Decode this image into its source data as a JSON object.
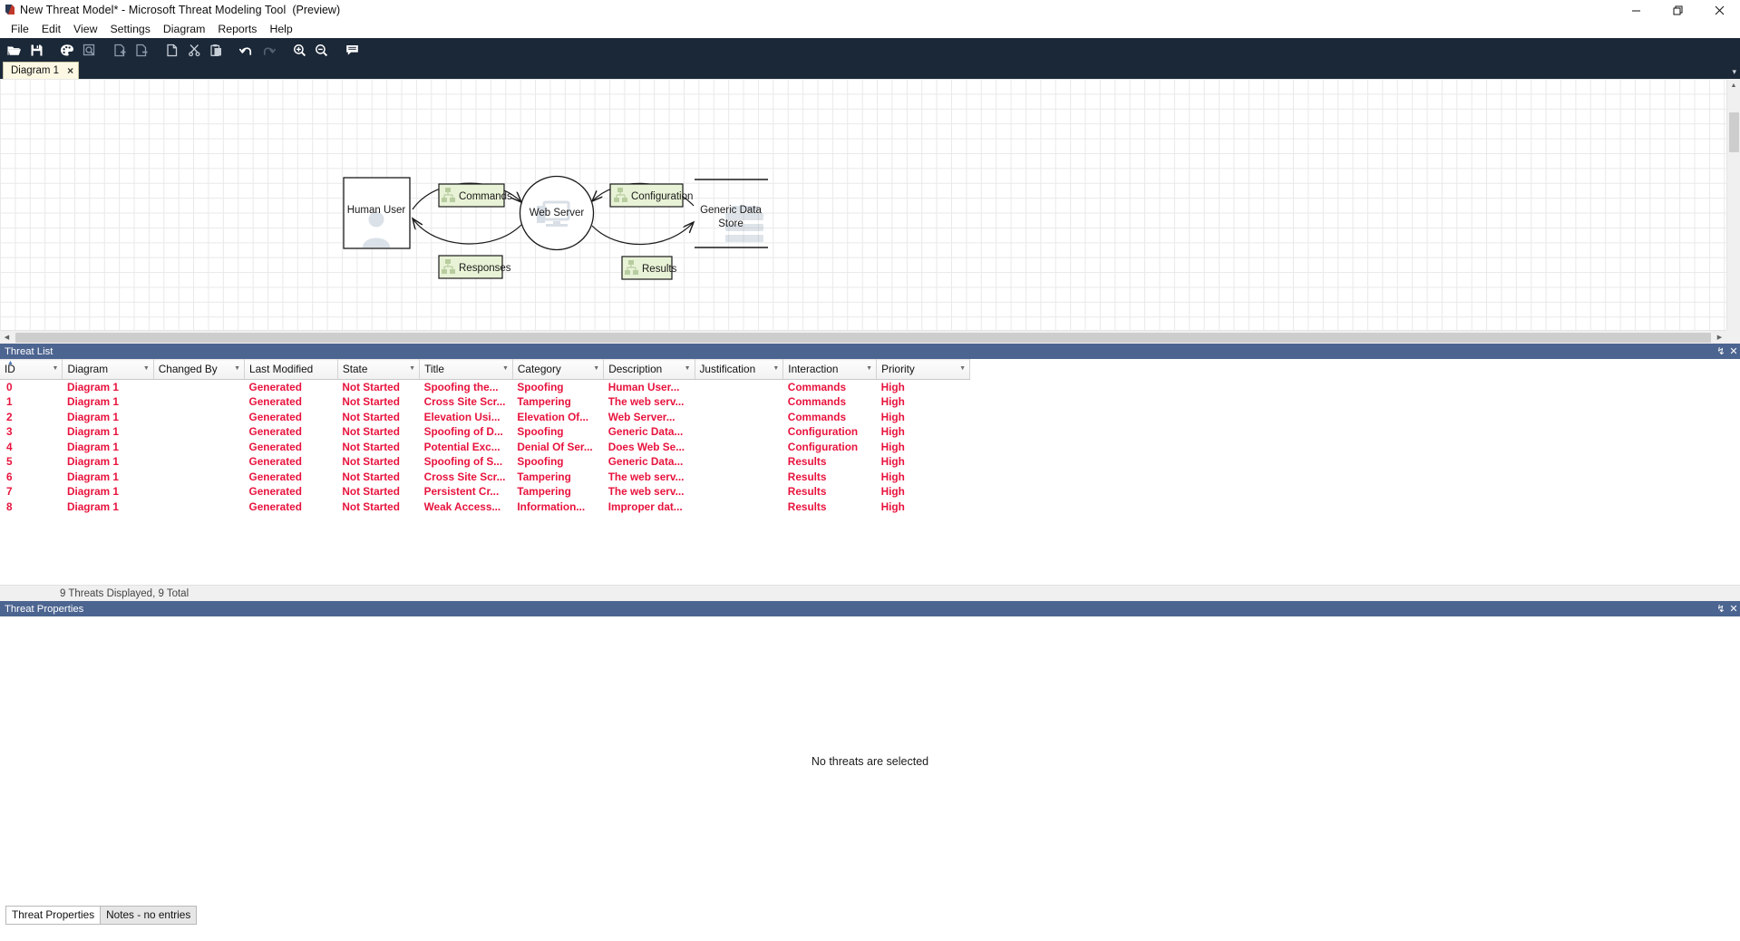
{
  "titlebar": {
    "app_title": "New Threat Model* - Microsoft Threat Modeling Tool",
    "preview_tag": "(Preview)",
    "logo_icon": "threat-modeling-tool-logo",
    "minimize_icon": "minimize-icon",
    "restore_icon": "restore-icon",
    "close_icon": "close-icon"
  },
  "menubar": {
    "items": [
      {
        "label": "File"
      },
      {
        "label": "Edit"
      },
      {
        "label": "View"
      },
      {
        "label": "Settings"
      },
      {
        "label": "Diagram"
      },
      {
        "label": "Reports"
      },
      {
        "label": "Help"
      }
    ]
  },
  "toolbar": {
    "buttons": [
      {
        "name": "open-icon",
        "tooltip": "Open"
      },
      {
        "name": "save-icon",
        "tooltip": "Save"
      },
      {
        "name": "palette-icon",
        "tooltip": "Template"
      },
      {
        "name": "analysis-view-icon",
        "tooltip": "Analysis View"
      },
      {
        "name": "add-diagram-icon",
        "tooltip": "Add Diagram"
      },
      {
        "name": "remove-diagram-icon",
        "tooltip": "Remove Diagram"
      },
      {
        "name": "copy-page-icon",
        "tooltip": "Copy"
      },
      {
        "name": "cut-icon",
        "tooltip": "Cut"
      },
      {
        "name": "paste-icon",
        "tooltip": "Paste"
      },
      {
        "name": "undo-icon",
        "tooltip": "Undo"
      },
      {
        "name": "redo-icon",
        "tooltip": "Redo"
      },
      {
        "name": "zoom-in-icon",
        "tooltip": "Zoom In"
      },
      {
        "name": "zoom-out-icon",
        "tooltip": "Zoom Out"
      },
      {
        "name": "comment-icon",
        "tooltip": "Notes"
      }
    ]
  },
  "tabstrip": {
    "tabs": [
      {
        "label": "Diagram 1",
        "close_glyph": "×"
      }
    ],
    "overflow_glyph": "▾"
  },
  "diagram": {
    "nodes": [
      {
        "id": "human-user",
        "label": "Human User",
        "shape": "rectangle",
        "icon": "person-icon"
      },
      {
        "id": "web-server",
        "label": "Web Server",
        "shape": "circle",
        "icon": "monitor-icon"
      },
      {
        "id": "generic-data-store",
        "label_line1": "Generic Data",
        "label_line2": "Store",
        "shape": "data-store",
        "icon": "database-icon"
      }
    ],
    "flows": [
      {
        "id": "commands",
        "label": "Commands",
        "icon": "process-tree-icon"
      },
      {
        "id": "responses",
        "label": "Responses",
        "icon": "process-tree-icon"
      },
      {
        "id": "configuration",
        "label": "Configuration",
        "icon": "process-tree-icon"
      },
      {
        "id": "results",
        "label": "Results",
        "icon": "process-tree-icon"
      }
    ],
    "flow_fill": "#e8f2d6",
    "flow_stroke": "#1a1a1a"
  },
  "threat_list": {
    "panel_title": "Threat List",
    "pin_glyph": "↯",
    "close_glyph": "✕",
    "columns": [
      {
        "key": "id",
        "label": "ID",
        "sorted": true
      },
      {
        "key": "diagram",
        "label": "Diagram"
      },
      {
        "key": "changed_by",
        "label": "Changed By"
      },
      {
        "key": "last_modified",
        "label": "Last Modified"
      },
      {
        "key": "state",
        "label": "State"
      },
      {
        "key": "title",
        "label": "Title"
      },
      {
        "key": "category",
        "label": "Category"
      },
      {
        "key": "description",
        "label": "Description"
      },
      {
        "key": "justification",
        "label": "Justification"
      },
      {
        "key": "interaction",
        "label": "Interaction"
      },
      {
        "key": "priority",
        "label": "Priority"
      }
    ],
    "rows": [
      {
        "id": "0",
        "diagram": "Diagram 1",
        "changed_by": "",
        "last_modified": "Generated",
        "state": "Not Started",
        "title": "Spoofing the...",
        "category": "Spoofing",
        "description": "Human User...",
        "justification": "",
        "interaction": "Commands",
        "priority": "High"
      },
      {
        "id": "1",
        "diagram": "Diagram 1",
        "changed_by": "",
        "last_modified": "Generated",
        "state": "Not Started",
        "title": "Cross Site Scr...",
        "category": "Tampering",
        "description": "The web serv...",
        "justification": "",
        "interaction": "Commands",
        "priority": "High"
      },
      {
        "id": "2",
        "diagram": "Diagram 1",
        "changed_by": "",
        "last_modified": "Generated",
        "state": "Not Started",
        "title": "Elevation Usi...",
        "category": "Elevation Of...",
        "description": "Web Server...",
        "justification": "",
        "interaction": "Commands",
        "priority": "High"
      },
      {
        "id": "3",
        "diagram": "Diagram 1",
        "changed_by": "",
        "last_modified": "Generated",
        "state": "Not Started",
        "title": "Spoofing of D...",
        "category": "Spoofing",
        "description": "Generic Data...",
        "justification": "",
        "interaction": "Configuration",
        "priority": "High"
      },
      {
        "id": "4",
        "diagram": "Diagram 1",
        "changed_by": "",
        "last_modified": "Generated",
        "state": "Not Started",
        "title": "Potential Exc...",
        "category": "Denial Of Ser...",
        "description": "Does Web Se...",
        "justification": "",
        "interaction": "Configuration",
        "priority": "High"
      },
      {
        "id": "5",
        "diagram": "Diagram 1",
        "changed_by": "",
        "last_modified": "Generated",
        "state": "Not Started",
        "title": "Spoofing of S...",
        "category": "Spoofing",
        "description": "Generic Data...",
        "justification": "",
        "interaction": "Results",
        "priority": "High"
      },
      {
        "id": "6",
        "diagram": "Diagram 1",
        "changed_by": "",
        "last_modified": "Generated",
        "state": "Not Started",
        "title": "Cross Site Scr...",
        "category": "Tampering",
        "description": "The web serv...",
        "justification": "",
        "interaction": "Results",
        "priority": "High"
      },
      {
        "id": "7",
        "diagram": "Diagram 1",
        "changed_by": "",
        "last_modified": "Generated",
        "state": "Not Started",
        "title": "Persistent Cr...",
        "category": "Tampering",
        "description": "The web serv...",
        "justification": "",
        "interaction": "Results",
        "priority": "High"
      },
      {
        "id": "8",
        "diagram": "Diagram 1",
        "changed_by": "",
        "last_modified": "Generated",
        "state": "Not Started",
        "title": "Weak Access...",
        "category": "Information...",
        "description": "Improper dat...",
        "justification": "",
        "interaction": "Results",
        "priority": "High"
      }
    ],
    "row_text_color": "#e8133d",
    "status_text": "9 Threats Displayed, 9 Total"
  },
  "threat_properties": {
    "panel_title": "Threat Properties",
    "pin_glyph": "↯",
    "close_glyph": "✕",
    "empty_message": "No threats are selected",
    "tabs": [
      {
        "label": "Threat Properties",
        "active": true
      },
      {
        "label": "Notes - no entries",
        "active": false
      }
    ]
  },
  "theme": {
    "toolbar_bg": "#1b2838",
    "panel_header_bg": "#4c6490",
    "tab_bg": "#fdf8e3",
    "accent_red": "#e8133d"
  }
}
